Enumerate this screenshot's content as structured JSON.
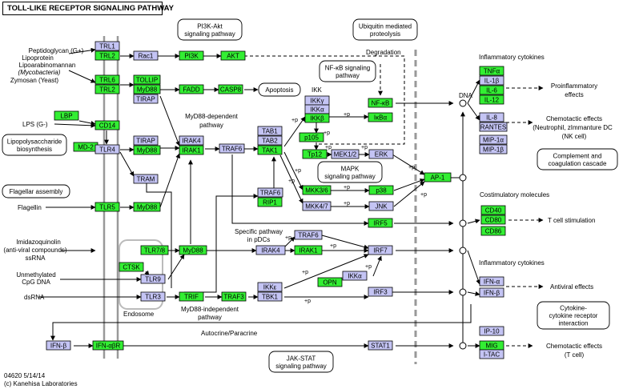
{
  "title": "TOLL-LIKE RECEPTOR SIGNALING PATHWAY",
  "footer": {
    "code": "04620 5/14/14",
    "copyright": "(c) Kanehisa Laboratories"
  },
  "colors": {
    "green": "#33ee33",
    "lavender": "#c4c4f4",
    "membrane": "#999999",
    "nucleus": "#999999"
  },
  "genes": {
    "trl1": "TRL1",
    "trl2a": "TRL2",
    "rac1": "Rac1",
    "pi3k": "PI3K",
    "akt": "AKT",
    "trl6": "TRL6",
    "trl2b": "TRL2",
    "tollip": "TOLLIP",
    "myd88a": "MyD88",
    "tirap": "TIRAP",
    "fadd": "FADD",
    "casp8": "CASP8",
    "lbp": "LBP",
    "cd14": "CD14",
    "md2": "MD-2",
    "tlr4": "TLR4",
    "tirap2": "TIRAP",
    "myd88b": "MyD88",
    "irak4a": "IRAK4",
    "irak1a": "IRAK1",
    "traf6a": "TRAF6",
    "tab1": "TAB1",
    "tab2": "TAB2",
    "tak1": "TAK1",
    "ikkg": "IKKγ",
    "ikka": "IKKα",
    "ikkb": "IKKβ",
    "nfkb": "NF-κB",
    "ikba": "IκBα",
    "p105": "p105",
    "tpl2": "Tp12",
    "mek12": "MEK1/2",
    "erk": "ERK",
    "tram": "TRAM",
    "traf6b": "TRAF6",
    "rip1": "RIP1",
    "mkk36": "MKK3/6",
    "p38": "p38",
    "mkk47": "MKK4/7",
    "jnk": "JNK",
    "ap1": "AP-1",
    "tlr5": "TLR5",
    "myd88c": "MyD88",
    "irf5": "IRF5",
    "tlr78": "TLR7/8",
    "myd88d": "MyD88",
    "ctsk": "CTSK",
    "tlr9": "TLR9",
    "tlr3": "TLR3",
    "irak4b": "IRAK4",
    "irak1b": "IRAK1",
    "traf6c": "TRAF6",
    "irf7": "IRF7",
    "ikka2": "IKKα",
    "trif": "TRIF",
    "traf3": "TRAF3",
    "ikke": "IKKε",
    "tbk1": "TBK1",
    "opn": "OPN",
    "irf3": "IRF3",
    "ifnb_l": "IFN-β",
    "ifnabr": "IFN-αβR",
    "stat1": "STAT1",
    "tnfa": "TNFα",
    "il1b": "IL-1β",
    "il6": "IL-6",
    "il12": "IL-12",
    "il8": "IL-8",
    "rantes": "RANTES",
    "mip1a": "MIP-1α",
    "mip1b": "MIP-1β",
    "cd40": "CD40",
    "cd80": "CD80",
    "cd86": "CD86",
    "ifna": "IFN-α",
    "ifnb_r": "IFN-β",
    "ip10": "IP-10",
    "mig": "MIG",
    "itac": "I-TAC"
  },
  "labels": {
    "pgn1": "Peptidoglycan (G+)",
    "pgn2": "Lipoprotein",
    "pgn3": "Lipoarabinomannan",
    "pgn4": "(Mycobacteria)",
    "pgn5": "Zymosan (Yeast)",
    "lps": "LPS (G-)",
    "flagellin": "Flagellin",
    "imiq1": "Imidazoquinolin",
    "imiq2": "(anti-viral compounds)",
    "imiq3": "ssRNA",
    "cpg1": "Unmethylated",
    "cpg2": "CpG DNA",
    "dsrna": "dsRNA",
    "endosome": "Endosome",
    "degradation": "Degradation",
    "ikk": "IKK",
    "myd88dep1": "MyD88-dependent",
    "myd88dep2": "pathway",
    "myd88ind1": "MyD88-independent",
    "myd88ind2": "pathway",
    "pdc1": "Specific pathway",
    "pdc2": "in pDCs",
    "autocrine": "Autocrine/Paracrine",
    "dna": "DNA",
    "inflam1": "Inflammatory cytokines",
    "proinflam1": "Proinflammatory",
    "proinflam2": "effects",
    "chemo1": "Chemotactic effects",
    "chemo2": "(Neutrophil, zImmanture DC",
    "chemo3": "(NK cell)",
    "costim": "Costimulatory molecules",
    "tcell": "T cell stimulation",
    "inflam2": "Inflammatory cytokines",
    "antiviral": "Antiviral effects",
    "chemo4": "Chemotactic effects",
    "chemo5": "(T cell)",
    "plus": "+p"
  },
  "maps": {
    "pi3k1": "PI3K-Akt",
    "pi3k2": "signaling pathway",
    "ubiq1": "Ubiquitin mediated",
    "ubiq2": "proteolysis",
    "apoptosis": "Apoptosis",
    "nfkb1": "NF-κB signaling",
    "nfkb2": "pathway",
    "mapk1": "MAPK",
    "mapk2": "signaling pathway",
    "lipo1": "Lipopolysaccharide",
    "lipo2": "biosynthesis",
    "flag": "Flagellar assembly",
    "comp1": "Complement and",
    "comp2": "coagulation cascade",
    "cyto1": "Cytokine-",
    "cyto2": "cytokine receptor",
    "cyto3": "interaction",
    "jak1": "JAK-STAT",
    "jak2": "signaling pathway"
  }
}
